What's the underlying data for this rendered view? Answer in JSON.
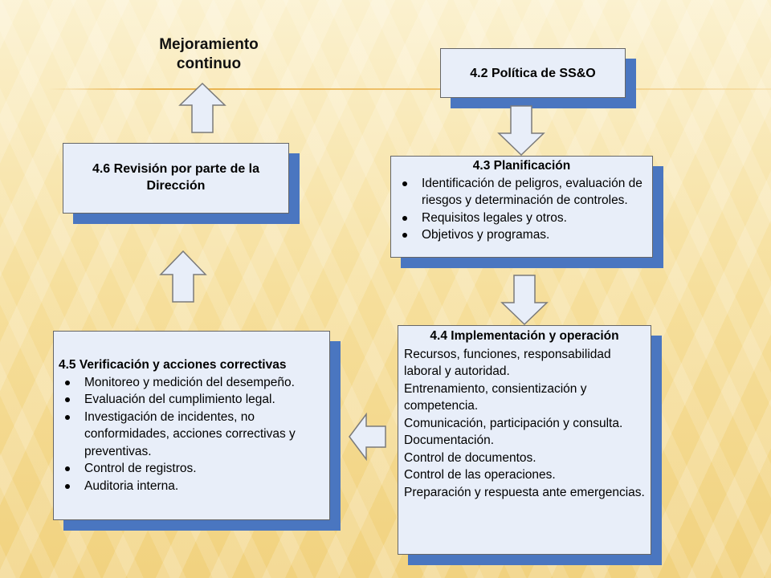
{
  "heading": {
    "line1": "Mejoramiento",
    "line2": "continuo"
  },
  "boxes": {
    "politica": {
      "title": "4.2 Política de SS&O"
    },
    "planificacion": {
      "title": "4.3 Planificación",
      "items": [
        "Identificación de peligros, evaluación de riesgos y determinación de controles.",
        "Requisitos legales y otros.",
        "Objetivos y programas."
      ]
    },
    "implementacion": {
      "title": "4.4 Implementación y operación",
      "lines": [
        "Recursos, funciones, responsabilidad laboral y autoridad.",
        "Entrenamiento, consientización y competencia.",
        "Comunicación, participación y consulta.",
        "Documentación.",
        "Control de documentos.",
        "Control de las operaciones.",
        "Preparación y respuesta ante emergencias."
      ]
    },
    "verificacion": {
      "title": "4.5 Verificación y acciones correctivas",
      "items": [
        "Monitoreo y medición del desempeño.",
        "Evaluación del cumplimiento legal.",
        "Investigación de incidentes, no conformidades, acciones correctivas y preventivas.",
        "Control de registros.",
        "Auditoria interna."
      ]
    },
    "revision": {
      "title": "4.6 Revisión por parte de la Dirección"
    }
  },
  "colors": {
    "box_fill": "#e8eef9",
    "box_shadow": "#4a76c0",
    "arrow_fill": "#e8eef9",
    "arrow_stroke": "#7a7a7a"
  }
}
